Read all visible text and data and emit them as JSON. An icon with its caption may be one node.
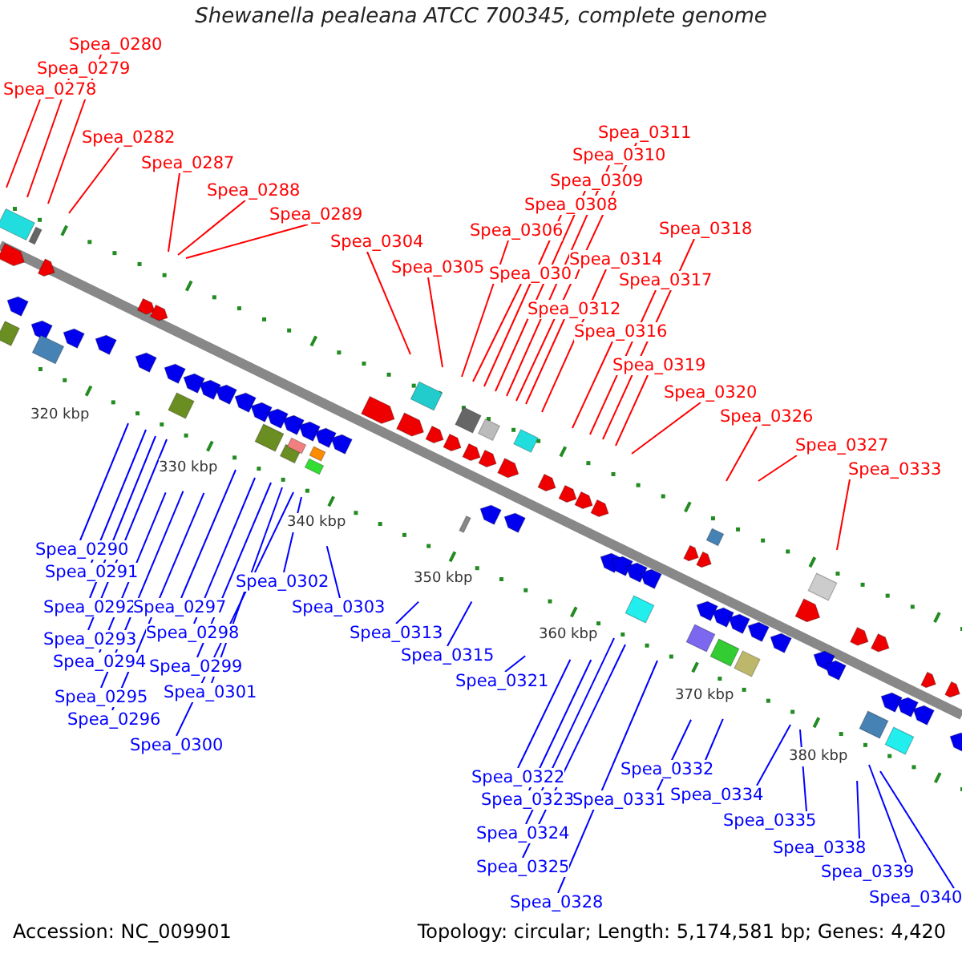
{
  "diagram": {
    "title": "Shewanella pealeana ATCC 700345, complete genome",
    "nodes": [
      {
        "text": [
          "Spea_0278"
        ]
      },
      {
        "text": [
          "Spea_0279"
        ]
      },
      {
        "text": [
          "Spea_0280"
        ]
      },
      {
        "text": [
          "Spea_0282"
        ]
      },
      {
        "text": [
          "Spea_0287"
        ]
      },
      {
        "text": [
          "Spea_0288"
        ]
      },
      {
        "text": [
          "Spea_0289"
        ]
      },
      {
        "text": [
          "Spea_0304"
        ]
      },
      {
        "text": [
          "Spea_0305"
        ]
      },
      {
        "text": [
          "Spea_0306"
        ]
      },
      {
        "text": [
          "Spea_0307"
        ]
      },
      {
        "text": [
          "Spea_0308"
        ]
      },
      {
        "text": [
          "Spea_0309"
        ]
      },
      {
        "text": [
          "Spea_0310"
        ]
      },
      {
        "text": [
          "Spea_0311"
        ]
      },
      {
        "text": [
          "Spea_0312"
        ]
      },
      {
        "text": [
          "Spea_0314"
        ]
      },
      {
        "text": [
          "Spea_0316"
        ]
      },
      {
        "text": [
          "Spea_0317"
        ]
      },
      {
        "text": [
          "Spea_0318"
        ]
      },
      {
        "text": [
          "Spea_0319"
        ]
      },
      {
        "text": [
          "Spea_0320"
        ]
      },
      {
        "text": [
          "Spea_0326"
        ]
      },
      {
        "text": [
          "Spea_0327"
        ]
      },
      {
        "text": [
          "Spea_0333"
        ]
      },
      {
        "text": [
          "Spea_0290"
        ]
      },
      {
        "text": [
          "Spea_0291"
        ]
      },
      {
        "text": [
          "Spea_0292"
        ]
      },
      {
        "text": [
          "Spea_0293"
        ]
      },
      {
        "text": [
          "Spea_0294"
        ]
      },
      {
        "text": [
          "Spea_0295"
        ]
      },
      {
        "text": [
          "Spea_0296"
        ]
      },
      {
        "text": [
          "Spea_0297"
        ]
      },
      {
        "text": [
          "Spea_0298"
        ]
      },
      {
        "text": [
          "Spea_0299"
        ]
      },
      {
        "text": [
          "Spea_0300"
        ]
      },
      {
        "text": [
          "Spea_0301"
        ]
      },
      {
        "text": [
          "Spea_0302"
        ]
      },
      {
        "text": [
          "Spea_0303"
        ]
      },
      {
        "text": [
          "Spea_0313"
        ]
      },
      {
        "text": [
          "Spea_0315"
        ]
      },
      {
        "text": [
          "Spea_0321"
        ]
      },
      {
        "text": [
          "Spea_0322"
        ]
      },
      {
        "text": [
          "Spea_0323"
        ]
      },
      {
        "text": [
          "Spea_0324"
        ]
      },
      {
        "text": [
          "Spea_0325"
        ]
      },
      {
        "text": [
          "Spea_0328"
        ]
      },
      {
        "text": [
          "Spea_0331"
        ]
      },
      {
        "text": [
          "Spea_0332"
        ]
      },
      {
        "text": [
          "Spea_0334"
        ]
      },
      {
        "text": [
          "Spea_0335"
        ]
      },
      {
        "text": [
          "Spea_0338"
        ]
      },
      {
        "text": [
          "Spea_0339"
        ]
      },
      {
        "text": [
          "Spea_0340"
        ]
      }
    ],
    "edges": [
      {
        "from": 0,
        "to": null,
        "arrow": "none",
        "color": "#ff0000"
      },
      {
        "from": 1,
        "to": null,
        "arrow": "none",
        "color": "#ff0000"
      },
      {
        "from": 2,
        "to": null,
        "arrow": "none",
        "color": "#ff0000"
      },
      {
        "from": 3,
        "to": null,
        "arrow": "none",
        "color": "#ff0000"
      },
      {
        "from": 4,
        "to": null,
        "arrow": "none",
        "color": "#ff0000"
      },
      {
        "from": 5,
        "to": null,
        "arrow": "none",
        "color": "#ff0000"
      },
      {
        "from": 6,
        "to": null,
        "arrow": "none",
        "color": "#ff0000"
      },
      {
        "from": 7,
        "to": null,
        "arrow": "none",
        "color": "#ff0000"
      },
      {
        "from": 8,
        "to": null,
        "arrow": "none",
        "color": "#ff0000"
      },
      {
        "from": 9,
        "to": null,
        "arrow": "none",
        "color": "#ff0000"
      },
      {
        "from": 10,
        "to": null,
        "arrow": "none",
        "color": "#ff0000"
      },
      {
        "from": 11,
        "to": null,
        "arrow": "none",
        "color": "#ff0000"
      },
      {
        "from": 12,
        "to": null,
        "arrow": "none",
        "color": "#ff0000"
      },
      {
        "from": 13,
        "to": null,
        "arrow": "none",
        "color": "#ff0000"
      },
      {
        "from": 14,
        "to": null,
        "arrow": "none",
        "color": "#ff0000"
      },
      {
        "from": 15,
        "to": null,
        "arrow": "none",
        "color": "#ff0000"
      },
      {
        "from": 16,
        "to": null,
        "arrow": "none",
        "color": "#ff0000"
      },
      {
        "from": 17,
        "to": null,
        "arrow": "none",
        "color": "#ff0000"
      },
      {
        "from": 18,
        "to": null,
        "arrow": "none",
        "color": "#ff0000"
      },
      {
        "from": 19,
        "to": null,
        "arrow": "none",
        "color": "#ff0000"
      },
      {
        "from": 20,
        "to": null,
        "arrow": "none",
        "color": "#ff0000"
      },
      {
        "from": 21,
        "to": null,
        "arrow": "none",
        "color": "#ff0000"
      },
      {
        "from": 22,
        "to": null,
        "arrow": "none",
        "color": "#ff0000"
      },
      {
        "from": 23,
        "to": null,
        "arrow": "none",
        "color": "#ff0000"
      },
      {
        "from": 24,
        "to": null,
        "arrow": "none",
        "color": "#ff0000"
      },
      {
        "from": 25,
        "to": null,
        "arrow": "none"
      },
      {
        "from": 26,
        "to": null,
        "arrow": "none"
      },
      {
        "from": 27,
        "to": null,
        "arrow": "none"
      },
      {
        "from": 28,
        "to": null,
        "arrow": "none"
      },
      {
        "from": 29,
        "to": null,
        "arrow": "none"
      },
      {
        "from": 30,
        "to": null,
        "arrow": "none"
      },
      {
        "from": 31,
        "to": null,
        "arrow": "none"
      },
      {
        "from": 32,
        "to": null,
        "arrow": "none"
      },
      {
        "from": 33,
        "to": null,
        "arrow": "none"
      },
      {
        "from": 34,
        "to": null,
        "arrow": "none"
      },
      {
        "from": 35,
        "to": null,
        "arrow": "none"
      },
      {
        "from": 36,
        "to": null,
        "arrow": "none"
      },
      {
        "from": 37,
        "to": null,
        "arrow": "none"
      },
      {
        "from": 38,
        "to": null,
        "arrow": "none"
      },
      {
        "from": 39,
        "to": null,
        "arrow": "none"
      },
      {
        "from": 40,
        "to": null,
        "arrow": "none"
      },
      {
        "from": 41,
        "to": null,
        "arrow": "none"
      },
      {
        "from": 42,
        "to": null,
        "arrow": "none"
      },
      {
        "from": 43,
        "to": null,
        "arrow": "none"
      },
      {
        "from": 44,
        "to": null,
        "arrow": "none"
      },
      {
        "from": 45,
        "to": null,
        "arrow": "none"
      },
      {
        "from": 46,
        "to": null,
        "arrow": "none"
      },
      {
        "from": 47,
        "to": null,
        "arrow": "none"
      },
      {
        "from": 48,
        "to": null,
        "arrow": "none"
      },
      {
        "from": 49,
        "to": null,
        "arrow": "none"
      },
      {
        "from": 50,
        "to": null,
        "arrow": "none"
      },
      {
        "from": 51,
        "to": null,
        "arrow": "none"
      },
      {
        "from": 52,
        "to": null,
        "arrow": "none"
      },
      {
        "from": 53,
        "to": null,
        "arrow": "none"
      }
    ],
    "labels": [
      "320 kbp",
      "330 kbp",
      "340 kbp",
      "350 kbp",
      "360 kbp",
      "370 kbp",
      "380 kbp",
      "Accession: NC_009901",
      "Topology: circular; Length: 5,174,581 bp; Genes: 4,420"
    ]
  }
}
